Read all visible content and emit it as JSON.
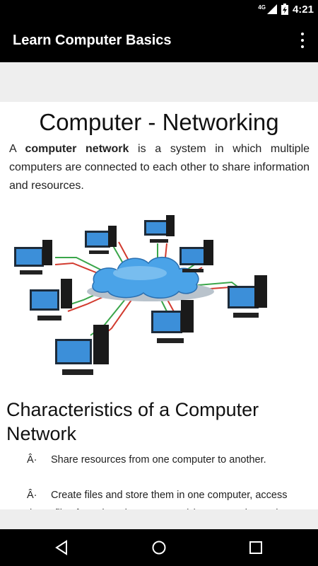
{
  "status_bar": {
    "network": "4G",
    "time": "4:21",
    "icons": [
      "signal-icon",
      "battery-charging-icon"
    ]
  },
  "app_bar": {
    "title": "Learn Computer Basics",
    "menu_icon": "overflow-menu-icon"
  },
  "article": {
    "title": "Computer - Networking",
    "intro_prefix": "A ",
    "intro_bold": "computer network",
    "intro_suffix": " is a system in which multiple computers are connected to each other to share information and resources.",
    "figure_icon": "computer-network-diagram",
    "section_title": "Characteristics of a Computer Network",
    "bullets": [
      {
        "marker": "Â·",
        "text": "Share resources from one computer to another."
      },
      {
        "marker": "Â·",
        "text": "Create files and store them in one computer, access these files from the other computer(s) connected over the network."
      }
    ]
  },
  "nav_bar": {
    "buttons": [
      "back-icon",
      "home-icon",
      "recents-icon"
    ]
  },
  "colors": {
    "bar_background": "#000000",
    "band_gray": "#eeeeee",
    "cloud_blue": "#4aa3e8",
    "cable_red": "#d23b2f",
    "cable_green": "#3aa64a"
  }
}
